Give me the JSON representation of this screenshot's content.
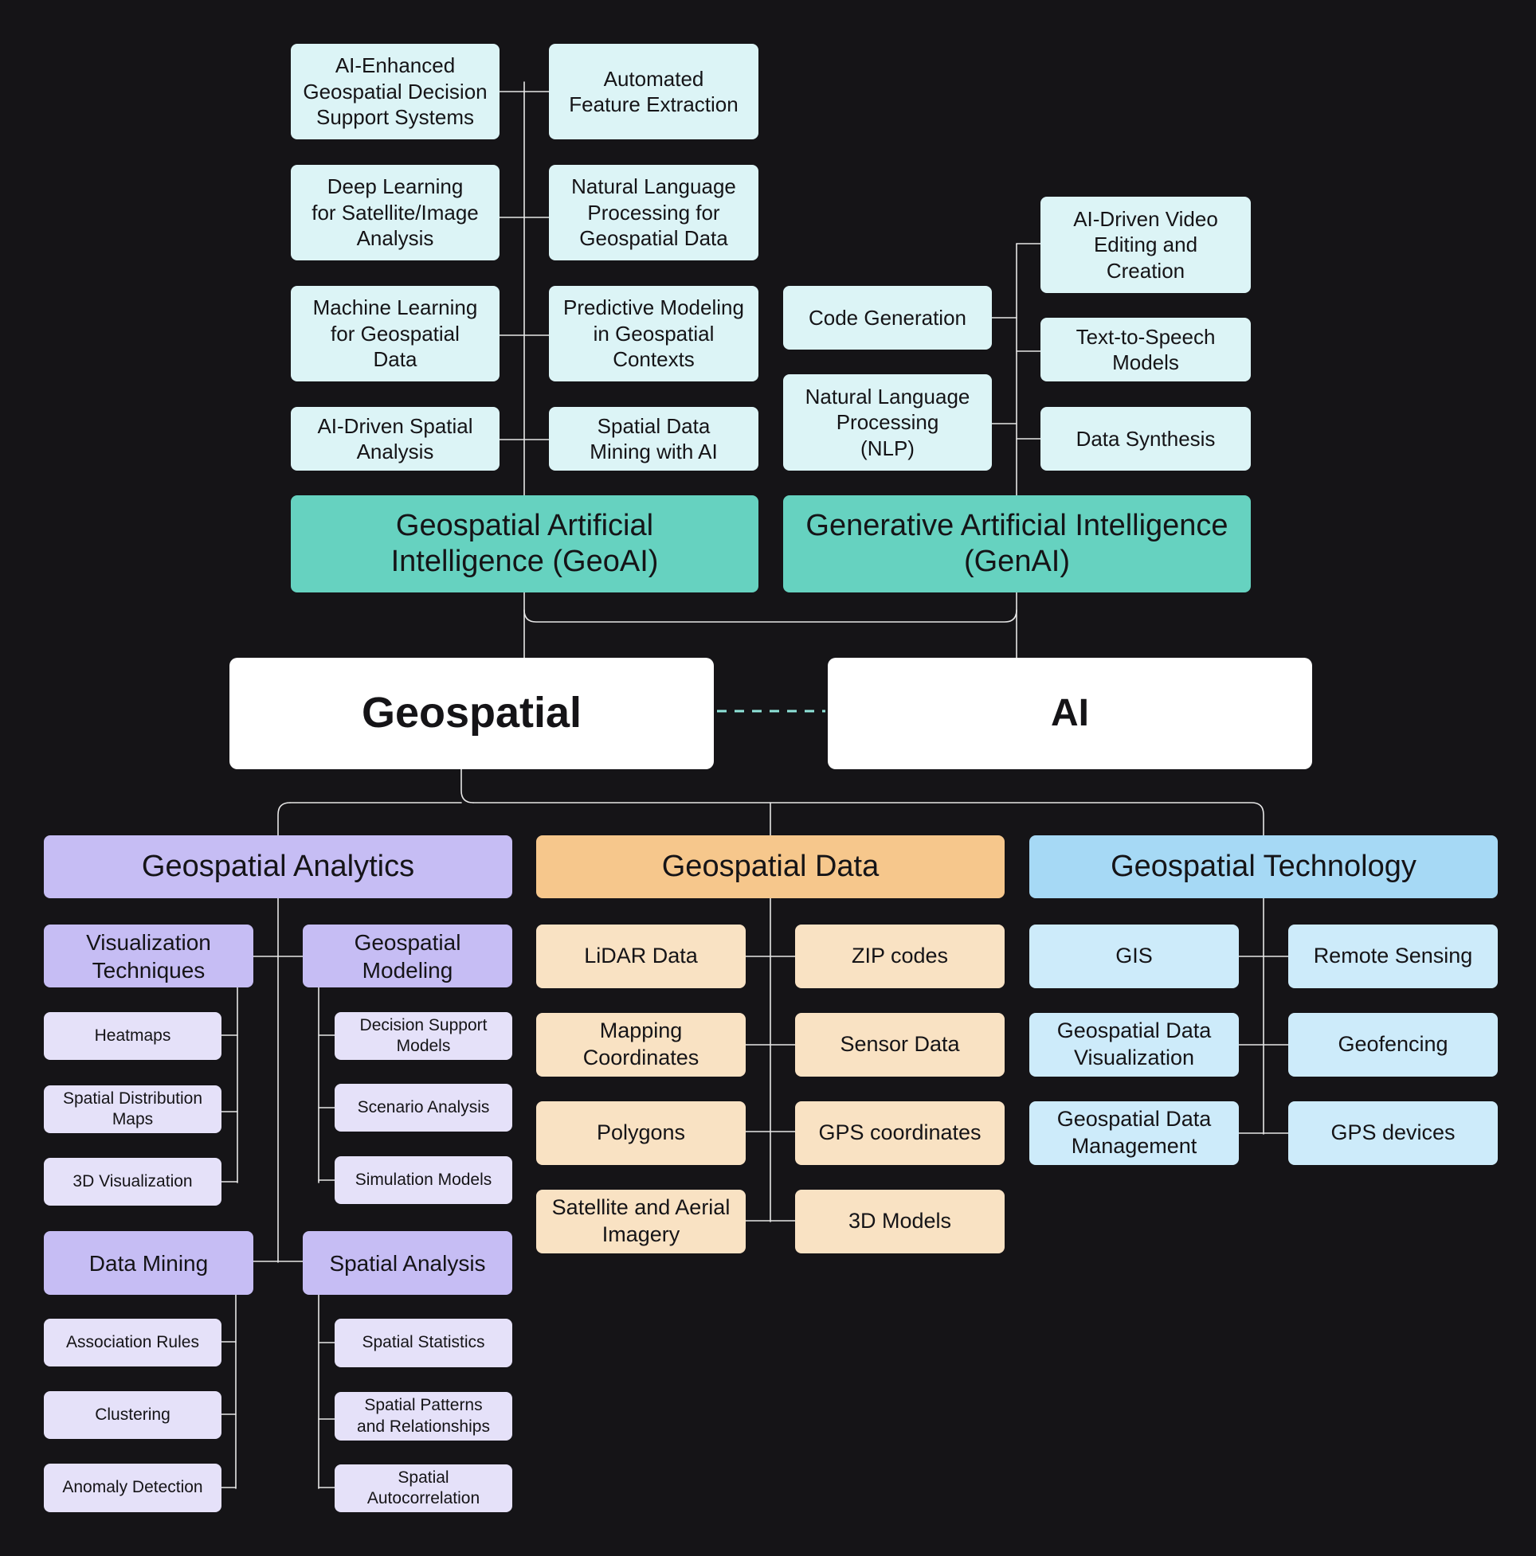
{
  "root": {
    "geospatial": "Geospatial",
    "ai": "AI"
  },
  "geoai": {
    "title": "Geospatial Artificial\nIntelligence (GeoAI)",
    "items": [
      "AI-Enhanced\nGeospatial Decision\nSupport Systems",
      "Automated\nFeature Extraction",
      "Deep Learning\nfor Satellite/Image\nAnalysis",
      "Natural Language\nProcessing for\nGeospatial Data",
      "Machine Learning\nfor Geospatial\nData",
      "Predictive Modeling\nin Geospatial\nContexts",
      "AI-Driven Spatial\nAnalysis",
      "Spatial Data\nMining with AI"
    ]
  },
  "genai": {
    "title": "Generative Artificial Intelligence\n(GenAI)",
    "items": [
      "Code Generation",
      "Natural Language\nProcessing\n(NLP)",
      "AI-Driven Video\nEditing and\nCreation",
      "Text-to-Speech\nModels",
      "Data Synthesis"
    ]
  },
  "analytics": {
    "title": "Geospatial Analytics",
    "visualization": {
      "title": "Visualization\nTechniques",
      "items": [
        "Heatmaps",
        "Spatial Distribution\nMaps",
        "3D Visualization"
      ]
    },
    "modeling": {
      "title": "Geospatial\nModeling",
      "items": [
        "Decision Support\nModels",
        "Scenario Analysis",
        "Simulation Models"
      ]
    },
    "mining": {
      "title": "Data Mining",
      "items": [
        "Association Rules",
        "Clustering",
        "Anomaly Detection"
      ]
    },
    "spatial": {
      "title": "Spatial Analysis",
      "items": [
        "Spatial Statistics",
        "Spatial Patterns\nand Relationships",
        "Spatial\nAutocorrelation"
      ]
    }
  },
  "data": {
    "title": "Geospatial Data",
    "items": [
      "LiDAR Data",
      "ZIP codes",
      "Mapping\nCoordinates",
      "Sensor Data",
      "Polygons",
      "GPS coordinates",
      "Satellite and Aerial\nImagery",
      "3D Models"
    ]
  },
  "technology": {
    "title": "Geospatial Technology",
    "items": [
      "GIS",
      "Remote Sensing",
      "Geospatial Data\nVisualization",
      "Geofencing",
      "Geospatial Data\nManagement",
      "GPS devices"
    ]
  },
  "colors": {
    "background": "#151417",
    "connector": "#e6e6e6",
    "dashed_link": "#8fe3d9",
    "geoai_head": "#66d2c0",
    "ai_leaf": "#dcf4f6",
    "analytics_head": "#c6bdf4",
    "analytics_leaf": "#e5e1f9",
    "data_head": "#f6c78c",
    "data_leaf": "#f9e2c3",
    "tech_head": "#a6d9f5",
    "tech_leaf": "#cdebfa"
  }
}
